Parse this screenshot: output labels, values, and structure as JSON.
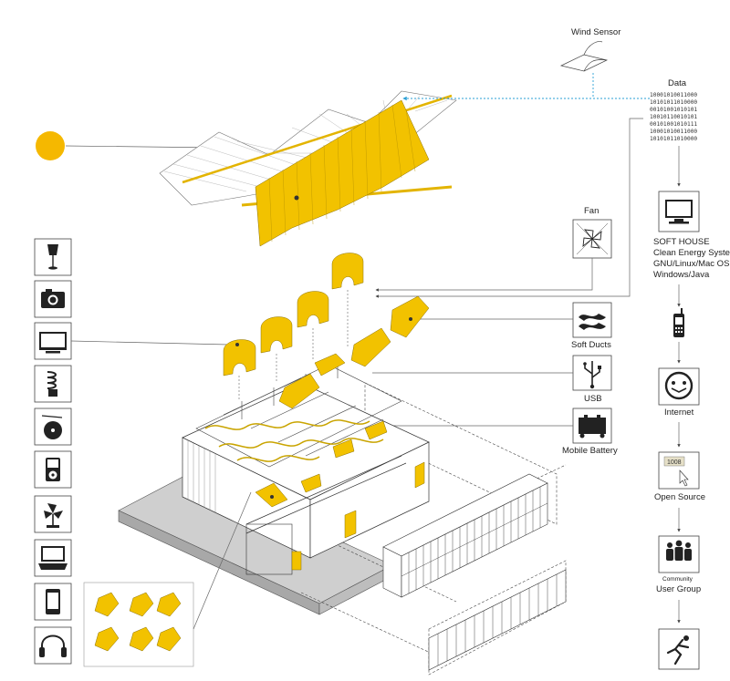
{
  "labels": {
    "wind_sensor": "Wind Sensor",
    "data": "Data",
    "fan": "Fan",
    "soft_ducts": "Soft Ducts",
    "usb": "USB",
    "mobile_battery": "Mobile Battery",
    "software": [
      "SOFT HOUSE",
      "Clean Energy System",
      "GNU/Linux/Mac OS",
      "Windows/Java"
    ],
    "internet": "Internet",
    "open_source": "Open Source",
    "community": "Community",
    "user_group": "User Group",
    "screen_text": "1008"
  },
  "binary_lines": [
    "10001010011000",
    "10101011010000",
    "00101001010101",
    "10010110010101",
    "00101001010111",
    "10001010011000",
    "10101011010000"
  ],
  "colors": {
    "accent_yellow": "#f2c200",
    "sun": "#f5b800",
    "data_link": "#2a9fd6",
    "floor": "#cfcfcf"
  },
  "device_icons": [
    "lamp-icon",
    "camera-icon",
    "tv-icon",
    "bulb-icon",
    "record-player-icon",
    "ipod-icon",
    "fan-icon",
    "laptop-icon",
    "phone-icon",
    "headphones-icon"
  ]
}
